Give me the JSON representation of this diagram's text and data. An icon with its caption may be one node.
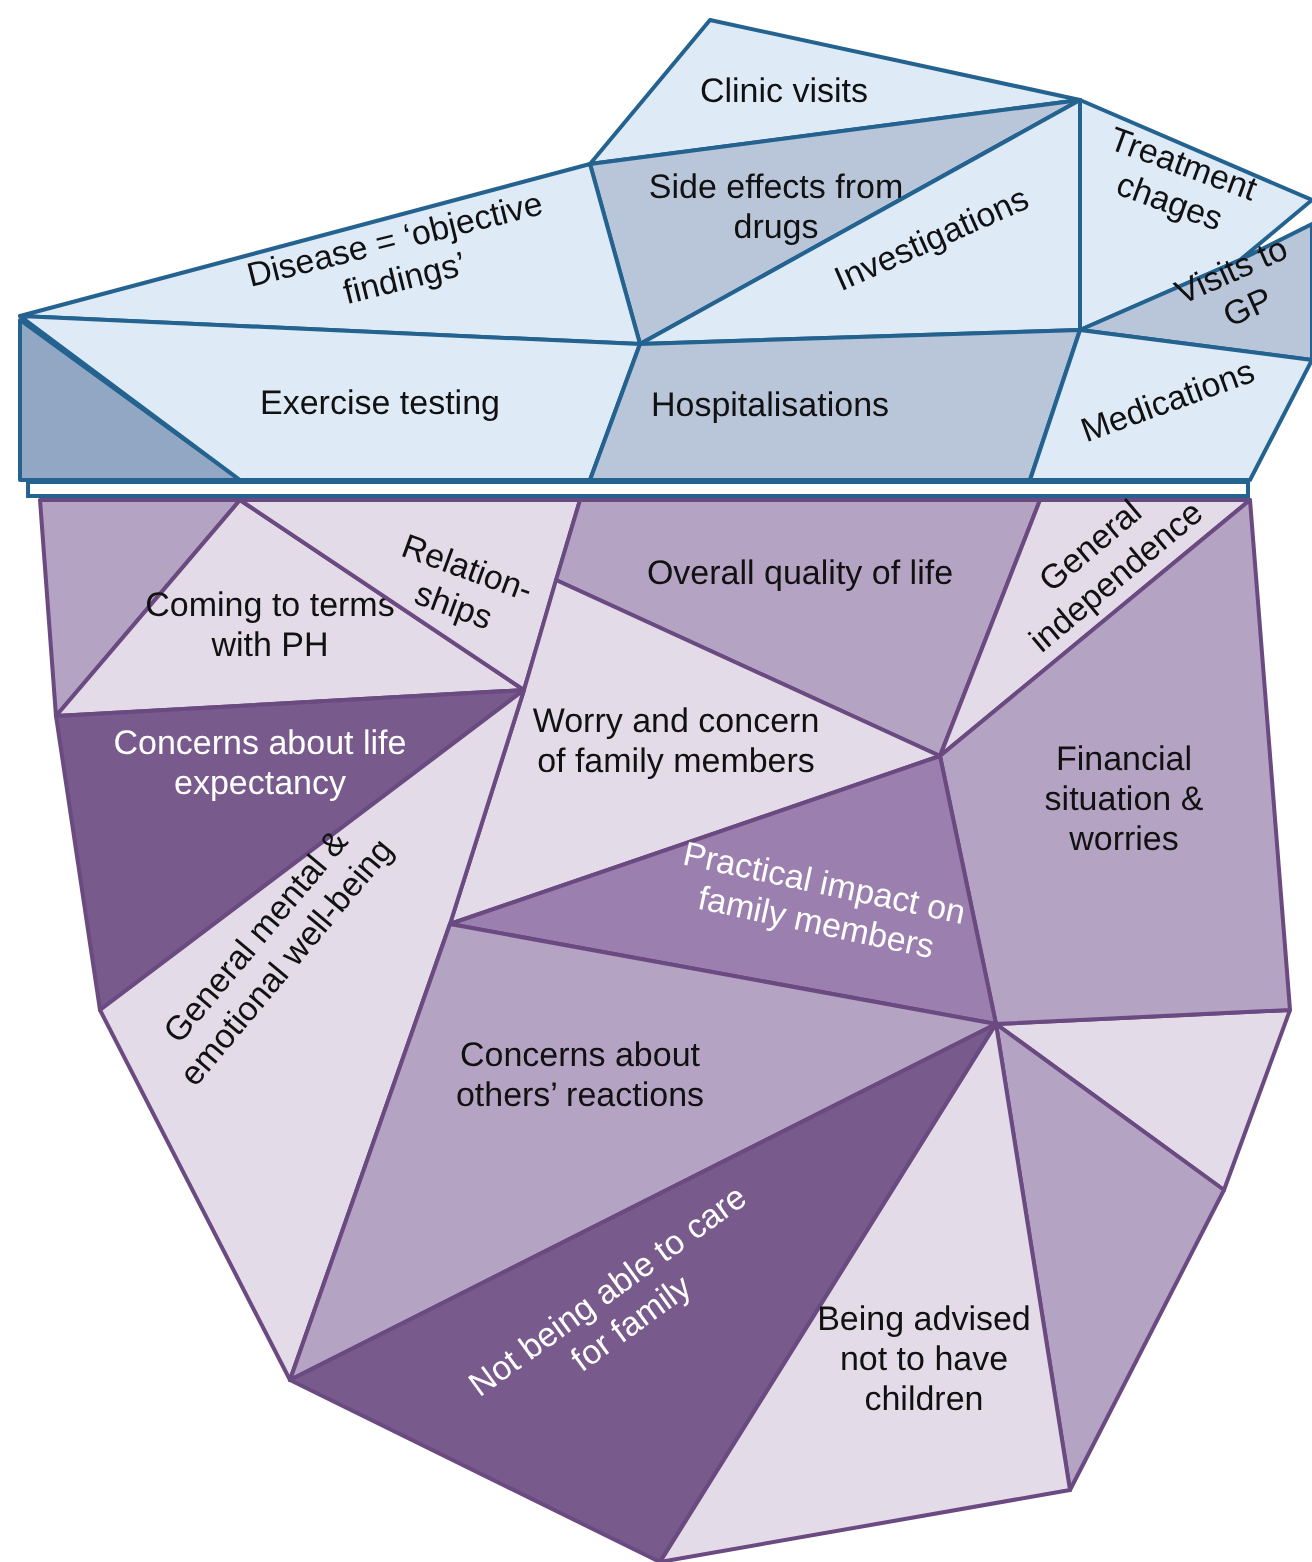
{
  "diagram": {
    "nodes": [
      {
        "text": [
          "Clinic visits"
        ]
      },
      {
        "text": [
          "Side effects from drugs"
        ]
      },
      {
        "text": [
          "Disease = ‘objective findings’"
        ]
      },
      {
        "text": [
          "Investigations"
        ]
      },
      {
        "text": [
          "Treatment chages"
        ]
      },
      {
        "text": [
          "Visits to GP"
        ]
      },
      {
        "text": [],
        "shape": "triangle"
      },
      {
        "text": [
          "Exercise testing"
        ]
      },
      {
        "text": [
          "Hospitalisations"
        ]
      },
      {
        "text": [
          "Medications"
        ]
      },
      {
        "text": [],
        "shape": "triangle"
      },
      {
        "text": [
          "Coming to terms with PH"
        ]
      },
      {
        "text": [
          "Relation-ships"
        ]
      },
      {
        "text": [
          "Overall quality of life"
        ]
      },
      {
        "text": [
          "General independence"
        ]
      },
      {
        "text": [
          "Concerns about life expectancy"
        ]
      },
      {
        "text": [
          "Worry and concern of family members"
        ]
      },
      {
        "text": [
          "Financial situation & worries"
        ]
      },
      {
        "text": [
          "Practical impact on family members"
        ]
      },
      {
        "text": [
          "General mental & emotional well-being"
        ]
      },
      {
        "text": [
          "Concerns about others’ reactions"
        ]
      },
      {
        "text": [],
        "shape": "triangle"
      },
      {
        "text": [
          "Not being able to care for family"
        ]
      },
      {
        "text": [
          "Being advised not to have children"
        ]
      },
      {
        "text": [],
        "shape": "triangle"
      }
    ],
    "edges": []
  }
}
